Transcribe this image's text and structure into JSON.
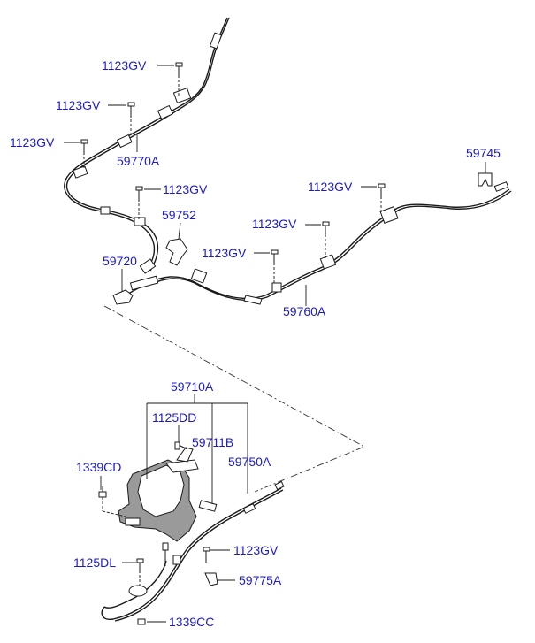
{
  "labels": {
    "bolt_1123gv_a": "1123GV",
    "bolt_1123gv_b": "1123GV",
    "bolt_1123gv_c": "1123GV",
    "bolt_1123gv_d": "1123GV",
    "bolt_1123gv_e": "1123GV",
    "bolt_1123gv_f": "1123GV",
    "bolt_1123gv_g": "1123GV",
    "bolt_1123gv_h": "1123GV",
    "cable_front_left": "59770A",
    "clip_59745": "59745",
    "bracket_59752": "59752",
    "clamp_59720": "59720",
    "cable_front_right": "59760A",
    "lever_assy": "59710A",
    "bolt_1125dd": "1125DD",
    "part_59711b": "59711B",
    "cable_rear": "59750A",
    "cap_1339cd": "1339CD",
    "bolt_1125dl": "1125DL",
    "bracket_59775a": "59775A",
    "cap_1339cc": "1339CC"
  },
  "colors": {
    "label_text": "#1a1acc",
    "line": "#1a1a1a"
  }
}
